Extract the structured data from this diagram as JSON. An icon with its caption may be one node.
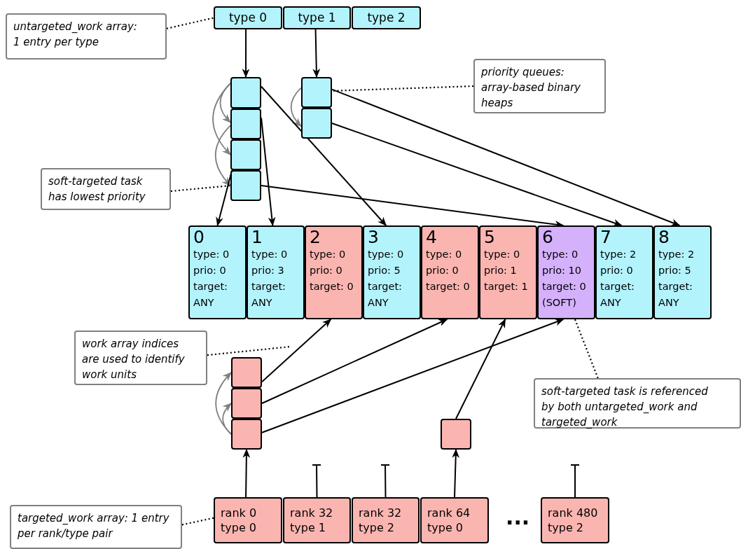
{
  "diagram": {
    "nodes": [
      {
        "text": [
          "untargeted_work array: 1 entry per type"
        ]
      },
      {
        "text": [
          "type 0"
        ]
      },
      {
        "text": [
          "type 1"
        ]
      },
      {
        "text": [
          "type 2"
        ]
      },
      {
        "text": [],
        "shape": "box"
      },
      {
        "text": [],
        "shape": "box"
      },
      {
        "text": [],
        "shape": "box"
      },
      {
        "text": [],
        "shape": "box"
      },
      {
        "text": [],
        "shape": "box"
      },
      {
        "text": [],
        "shape": "box"
      },
      {
        "text": [
          "priority queues: array-based binary heaps"
        ]
      },
      {
        "text": [
          "soft-targeted task has lowest priority"
        ]
      },
      {
        "text": [
          "0",
          "type: 0 prio: 0 target: ANY"
        ]
      },
      {
        "text": [
          "1",
          "type: 0 prio: 3 target: ANY"
        ]
      },
      {
        "text": [
          "2",
          "type: 0 prio: 0 target: 0"
        ]
      },
      {
        "text": [
          "3",
          "type: 0 prio: 5 target: ANY"
        ]
      },
      {
        "text": [
          "4",
          "type: 0 prio: 0 target: 0"
        ]
      },
      {
        "text": [
          "5",
          "type: 0 prio: 1 target: 1"
        ]
      },
      {
        "text": [
          "6",
          "type: 0 prio: 10 target: 0 (SOFT)"
        ]
      },
      {
        "text": [
          "7",
          "type: 2 prio: 0 target: ANY"
        ]
      },
      {
        "text": [
          "8",
          "type: 2 prio: 5 target: ANY"
        ]
      },
      {
        "text": [
          "work array indices are used to identify work units"
        ]
      },
      {
        "text": [],
        "shape": "box"
      },
      {
        "text": [],
        "shape": "box"
      },
      {
        "text": [],
        "shape": "box"
      },
      {
        "text": [],
        "shape": "box"
      },
      {
        "text": [
          "soft-targeted task is referenced by both untargeted_work and targeted_work"
        ]
      },
      {
        "text": [
          "rank 0 type 0"
        ]
      },
      {
        "text": [
          "rank 32 type 1"
        ]
      },
      {
        "text": [
          "rank 32 type 2"
        ]
      },
      {
        "text": [
          "rank 64 type 0"
        ]
      },
      {
        "text": [
          "rank 480 type 2"
        ]
      },
      {
        "text": [
          "targeted_work array: 1 entry per rank/type pair"
        ]
      }
    ],
    "edges": [
      {
        "from": 0,
        "to": 1,
        "arrow": "none",
        "style": "dashed"
      },
      {
        "from": 1,
        "to": 4,
        "arrow": "to"
      },
      {
        "from": 2,
        "to": 8,
        "arrow": "to"
      },
      {
        "from": 10,
        "to": 8,
        "arrow": "none",
        "style": "dashed"
      },
      {
        "from": 4,
        "to": 5,
        "arrow": "to",
        "color": "#808080"
      },
      {
        "from": 4,
        "to": 6,
        "arrow": "to",
        "color": "#808080"
      },
      {
        "from": 5,
        "to": 7,
        "arrow": "to",
        "color": "#808080"
      },
      {
        "from": 8,
        "to": 9,
        "arrow": "to",
        "color": "#808080"
      },
      {
        "from": 4,
        "to": 15,
        "arrow": "to"
      },
      {
        "from": 5,
        "to": 13,
        "arrow": "to"
      },
      {
        "from": 6,
        "to": 12,
        "arrow": "to"
      },
      {
        "from": 7,
        "to": 18,
        "arrow": "to"
      },
      {
        "from": 8,
        "to": 20,
        "arrow": "to"
      },
      {
        "from": 9,
        "to": 19,
        "arrow": "to"
      },
      {
        "from": 11,
        "to": 7,
        "arrow": "none",
        "style": "dashed"
      },
      {
        "from": 21,
        "to": null,
        "arrow": "none",
        "style": "dashed"
      },
      {
        "from": 22,
        "to": 14,
        "arrow": "to"
      },
      {
        "from": 23,
        "to": 16,
        "arrow": "to"
      },
      {
        "from": 24,
        "to": 18,
        "arrow": "to"
      },
      {
        "from": 24,
        "to": 23,
        "arrow": "to",
        "color": "#808080"
      },
      {
        "from": 24,
        "to": 22,
        "arrow": "to",
        "color": "#808080"
      },
      {
        "from": 25,
        "to": 17,
        "arrow": "to"
      },
      {
        "from": 26,
        "to": 18,
        "arrow": "none",
        "style": "dashed"
      },
      {
        "from": 27,
        "to": 24,
        "arrow": "to"
      },
      {
        "from": 28,
        "to": null,
        "arrow": "other"
      },
      {
        "from": 29,
        "to": null,
        "arrow": "other"
      },
      {
        "from": 30,
        "to": 25,
        "arrow": "to"
      },
      {
        "from": 31,
        "to": null,
        "arrow": "other"
      },
      {
        "from": 32,
        "to": 27,
        "arrow": "none",
        "style": "dashed"
      }
    ],
    "labels": [
      "..."
    ]
  }
}
